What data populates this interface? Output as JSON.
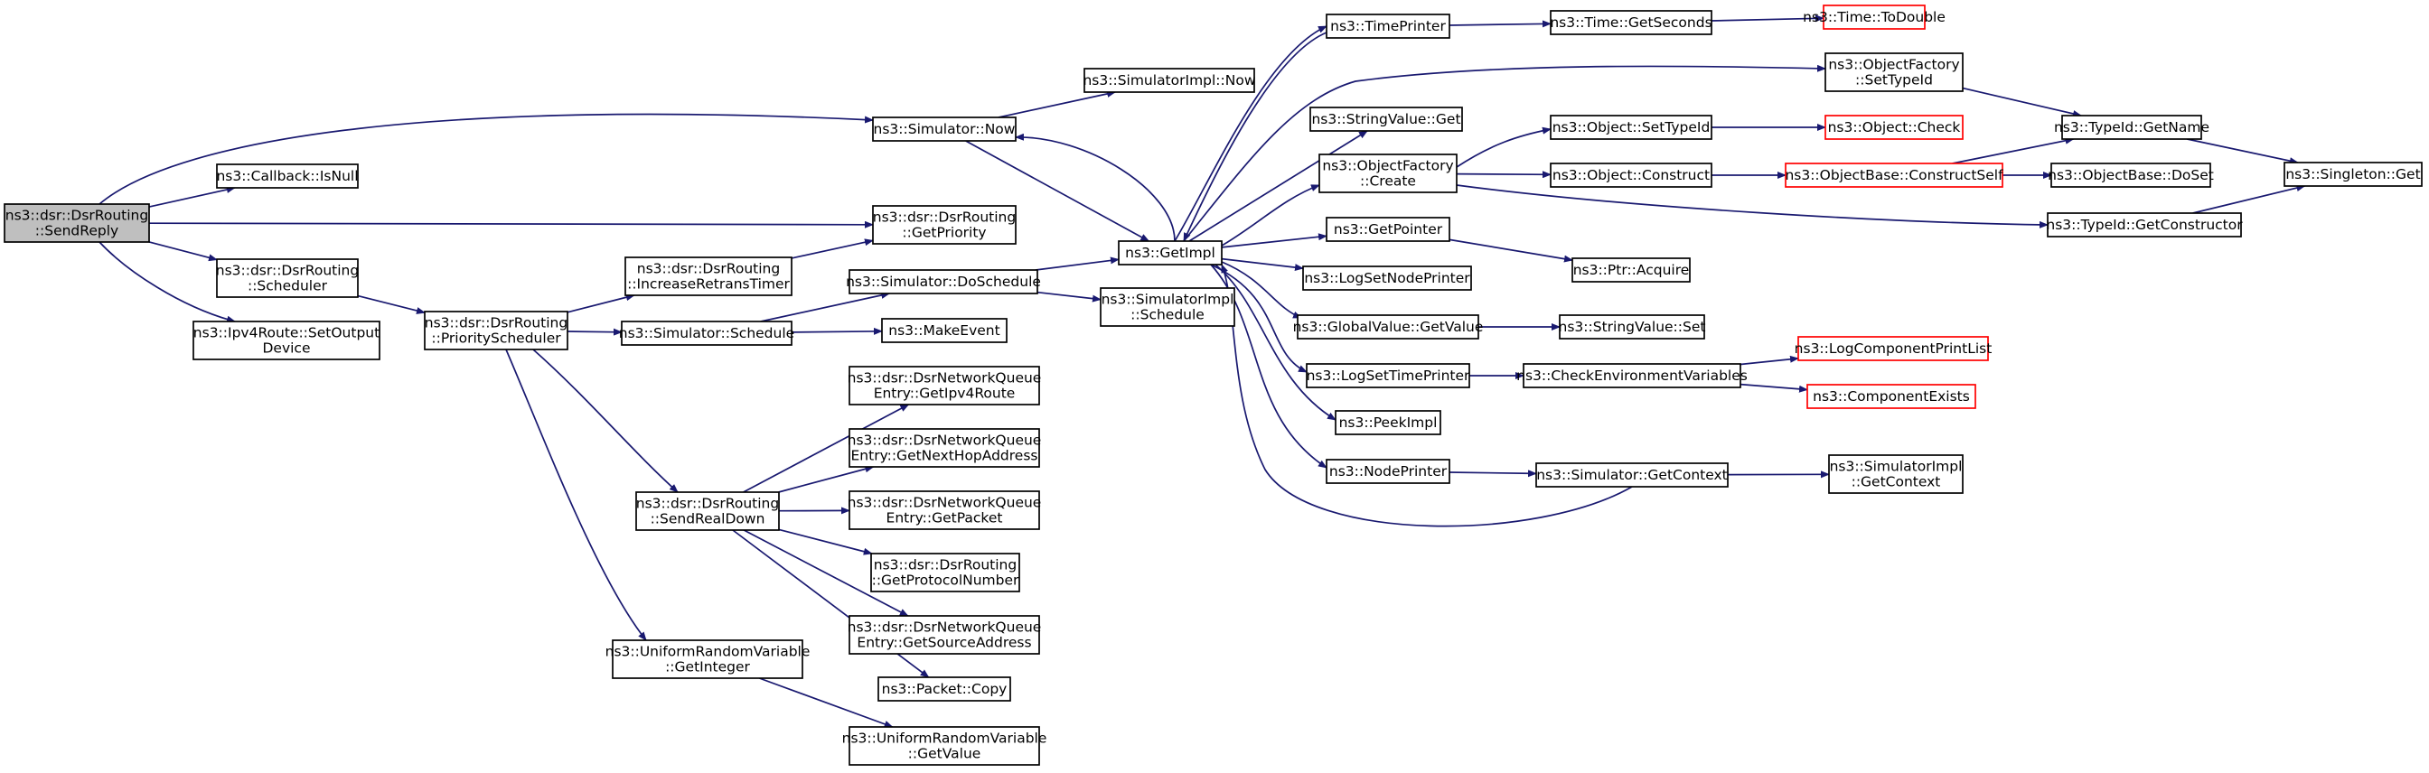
{
  "diagram": {
    "type": "call-graph",
    "colors": {
      "edge": "#191970",
      "root_fill": "#bfbfbf",
      "truncated_border": "#ff0000",
      "node_border": "#000000"
    },
    "nodes": [
      {
        "id": "sendreply",
        "lines": [
          "ns3::dsr::DsrRouting",
          "::SendReply"
        ],
        "style": "root"
      },
      {
        "id": "isnull",
        "lines": [
          "ns3::Callback::IsNull"
        ]
      },
      {
        "id": "scheduler",
        "lines": [
          "ns3::dsr::DsrRouting",
          "::Scheduler"
        ]
      },
      {
        "id": "setoutput",
        "lines": [
          "ns3::Ipv4Route::SetOutput",
          "Device"
        ]
      },
      {
        "id": "simnow",
        "lines": [
          "ns3::Simulator::Now"
        ]
      },
      {
        "id": "getpriority",
        "lines": [
          "ns3::dsr::DsrRouting",
          "::GetPriority"
        ]
      },
      {
        "id": "prioritysched",
        "lines": [
          "ns3::dsr::DsrRouting",
          "::PriorityScheduler"
        ]
      },
      {
        "id": "incretrans",
        "lines": [
          "ns3::dsr::DsrRouting",
          "::IncreaseRetransTimer"
        ]
      },
      {
        "id": "simschedule",
        "lines": [
          "ns3::Simulator::Schedule"
        ]
      },
      {
        "id": "senddown",
        "lines": [
          "ns3::dsr::DsrRouting",
          "::SendRealDown"
        ]
      },
      {
        "id": "urvgetint",
        "lines": [
          "ns3::UniformRandomVariable",
          "::GetInteger"
        ]
      },
      {
        "id": "simimplnow",
        "lines": [
          "ns3::SimulatorImpl::Now"
        ]
      },
      {
        "id": "doschedule",
        "lines": [
          "ns3::Simulator::DoSchedule"
        ]
      },
      {
        "id": "makeevent",
        "lines": [
          "ns3::MakeEvent"
        ]
      },
      {
        "id": "nqipv4",
        "lines": [
          "ns3::dsr::DsrNetworkQueue",
          "Entry::GetIpv4Route"
        ]
      },
      {
        "id": "nqnexthop",
        "lines": [
          "ns3::dsr::DsrNetworkQueue",
          "Entry::GetNextHopAddress"
        ]
      },
      {
        "id": "nqpacket",
        "lines": [
          "ns3::dsr::DsrNetworkQueue",
          "Entry::GetPacket"
        ]
      },
      {
        "id": "protonum",
        "lines": [
          "ns3::dsr::DsrRouting",
          "::GetProtocolNumber"
        ]
      },
      {
        "id": "nqsource",
        "lines": [
          "ns3::dsr::DsrNetworkQueue",
          "Entry::GetSourceAddress"
        ]
      },
      {
        "id": "pktcopy",
        "lines": [
          "ns3::Packet::Copy"
        ]
      },
      {
        "id": "urvgetval",
        "lines": [
          "ns3::UniformRandomVariable",
          "::GetValue"
        ]
      },
      {
        "id": "getimpl",
        "lines": [
          "ns3::GetImpl"
        ]
      },
      {
        "id": "simimplsched",
        "lines": [
          "ns3::SimulatorImpl",
          "::Schedule"
        ]
      },
      {
        "id": "timeprinter",
        "lines": [
          "ns3::TimePrinter"
        ]
      },
      {
        "id": "strvalget",
        "lines": [
          "ns3::StringValue::Get"
        ]
      },
      {
        "id": "ofcreate",
        "lines": [
          "ns3::ObjectFactory",
          "::Create"
        ]
      },
      {
        "id": "getpointer",
        "lines": [
          "ns3::GetPointer"
        ]
      },
      {
        "id": "lognode",
        "lines": [
          "ns3::LogSetNodePrinter"
        ]
      },
      {
        "id": "gvgetvalue",
        "lines": [
          "ns3::GlobalValue::GetValue"
        ]
      },
      {
        "id": "logtime",
        "lines": [
          "ns3::LogSetTimePrinter"
        ]
      },
      {
        "id": "peekimpl",
        "lines": [
          "ns3::PeekImpl"
        ]
      },
      {
        "id": "nodeprinter",
        "lines": [
          "ns3::NodePrinter"
        ]
      },
      {
        "id": "getseconds",
        "lines": [
          "ns3::Time::GetSeconds"
        ]
      },
      {
        "id": "setypeid",
        "lines": [
          "ns3::Object::SetTypeId"
        ]
      },
      {
        "id": "objconstruct",
        "lines": [
          "ns3::Object::Construct"
        ]
      },
      {
        "id": "ptracquire",
        "lines": [
          "ns3::Ptr::Acquire"
        ]
      },
      {
        "id": "strvalset",
        "lines": [
          "ns3::StringValue::Set"
        ]
      },
      {
        "id": "checkenv",
        "lines": [
          "ns3::CheckEnvironmentVariables"
        ]
      },
      {
        "id": "getcontext",
        "lines": [
          "ns3::Simulator::GetContext"
        ]
      },
      {
        "id": "todouble",
        "lines": [
          "ns3::Time::ToDouble"
        ],
        "style": "truncated"
      },
      {
        "id": "ofsettypeid",
        "lines": [
          "ns3::ObjectFactory",
          "::SetTypeId"
        ]
      },
      {
        "id": "objcheck",
        "lines": [
          "ns3::Object::Check"
        ],
        "style": "truncated"
      },
      {
        "id": "constructself",
        "lines": [
          "ns3::ObjectBase::ConstructSelf"
        ],
        "style": "truncated"
      },
      {
        "id": "getconstructor",
        "lines": [
          "ns3::TypeId::GetConstructor"
        ]
      },
      {
        "id": "logcomplist",
        "lines": [
          "ns3::LogComponentPrintList"
        ],
        "style": "truncated"
      },
      {
        "id": "compexists",
        "lines": [
          "ns3::ComponentExists"
        ],
        "style": "truncated"
      },
      {
        "id": "simimplctx",
        "lines": [
          "ns3::SimulatorImpl",
          "::GetContext"
        ]
      },
      {
        "id": "getname",
        "lines": [
          "ns3::TypeId::GetName"
        ]
      },
      {
        "id": "doset",
        "lines": [
          "ns3::ObjectBase::DoSet"
        ]
      },
      {
        "id": "singleton",
        "lines": [
          "ns3::Singleton::Get"
        ]
      }
    ],
    "edges": [
      {
        "from": "sendreply",
        "to": "simnow"
      },
      {
        "from": "sendreply",
        "to": "isnull"
      },
      {
        "from": "sendreply",
        "to": "getpriority"
      },
      {
        "from": "sendreply",
        "to": "scheduler"
      },
      {
        "from": "sendreply",
        "to": "setoutput"
      },
      {
        "from": "scheduler",
        "to": "prioritysched"
      },
      {
        "from": "prioritysched",
        "to": "incretrans"
      },
      {
        "from": "prioritysched",
        "to": "simschedule"
      },
      {
        "from": "prioritysched",
        "to": "senddown"
      },
      {
        "from": "prioritysched",
        "to": "urvgetint"
      },
      {
        "from": "incretrans",
        "to": "getpriority"
      },
      {
        "from": "simschedule",
        "to": "doschedule"
      },
      {
        "from": "simschedule",
        "to": "makeevent"
      },
      {
        "from": "simnow",
        "to": "simimplnow"
      },
      {
        "from": "simnow",
        "to": "getimpl"
      },
      {
        "from": "doschedule",
        "to": "getimpl"
      },
      {
        "from": "doschedule",
        "to": "simimplsched"
      },
      {
        "from": "senddown",
        "to": "nqipv4"
      },
      {
        "from": "senddown",
        "to": "nqnexthop"
      },
      {
        "from": "senddown",
        "to": "nqpacket"
      },
      {
        "from": "senddown",
        "to": "protonum"
      },
      {
        "from": "senddown",
        "to": "nqsource"
      },
      {
        "from": "senddown",
        "to": "pktcopy"
      },
      {
        "from": "urvgetint",
        "to": "urvgetval"
      },
      {
        "from": "getimpl",
        "to": "simnow"
      },
      {
        "from": "getimpl",
        "to": "timeprinter"
      },
      {
        "from": "getimpl",
        "to": "strvalget"
      },
      {
        "from": "getimpl",
        "to": "ofcreate"
      },
      {
        "from": "getimpl",
        "to": "getpointer"
      },
      {
        "from": "getimpl",
        "to": "lognode"
      },
      {
        "from": "getimpl",
        "to": "gvgetvalue"
      },
      {
        "from": "getimpl",
        "to": "logtime"
      },
      {
        "from": "getimpl",
        "to": "peekimpl"
      },
      {
        "from": "getimpl",
        "to": "nodeprinter"
      },
      {
        "from": "getimpl",
        "to": "ofsettypeid"
      },
      {
        "from": "timeprinter",
        "to": "getimpl"
      },
      {
        "from": "timeprinter",
        "to": "getseconds"
      },
      {
        "from": "getseconds",
        "to": "todouble"
      },
      {
        "from": "ofcreate",
        "to": "setypeid"
      },
      {
        "from": "ofcreate",
        "to": "objconstruct"
      },
      {
        "from": "ofcreate",
        "to": "getconstructor"
      },
      {
        "from": "setypeid",
        "to": "objcheck"
      },
      {
        "from": "objconstruct",
        "to": "constructself"
      },
      {
        "from": "constructself",
        "to": "getname"
      },
      {
        "from": "constructself",
        "to": "doset"
      },
      {
        "from": "ofsettypeid",
        "to": "getname"
      },
      {
        "from": "getname",
        "to": "singleton"
      },
      {
        "from": "getconstructor",
        "to": "singleton"
      },
      {
        "from": "getpointer",
        "to": "ptracquire"
      },
      {
        "from": "gvgetvalue",
        "to": "strvalset"
      },
      {
        "from": "logtime",
        "to": "checkenv"
      },
      {
        "from": "checkenv",
        "to": "logcomplist"
      },
      {
        "from": "checkenv",
        "to": "compexists"
      },
      {
        "from": "nodeprinter",
        "to": "getcontext"
      },
      {
        "from": "getcontext",
        "to": "getimpl"
      },
      {
        "from": "getcontext",
        "to": "simimplctx"
      }
    ]
  }
}
